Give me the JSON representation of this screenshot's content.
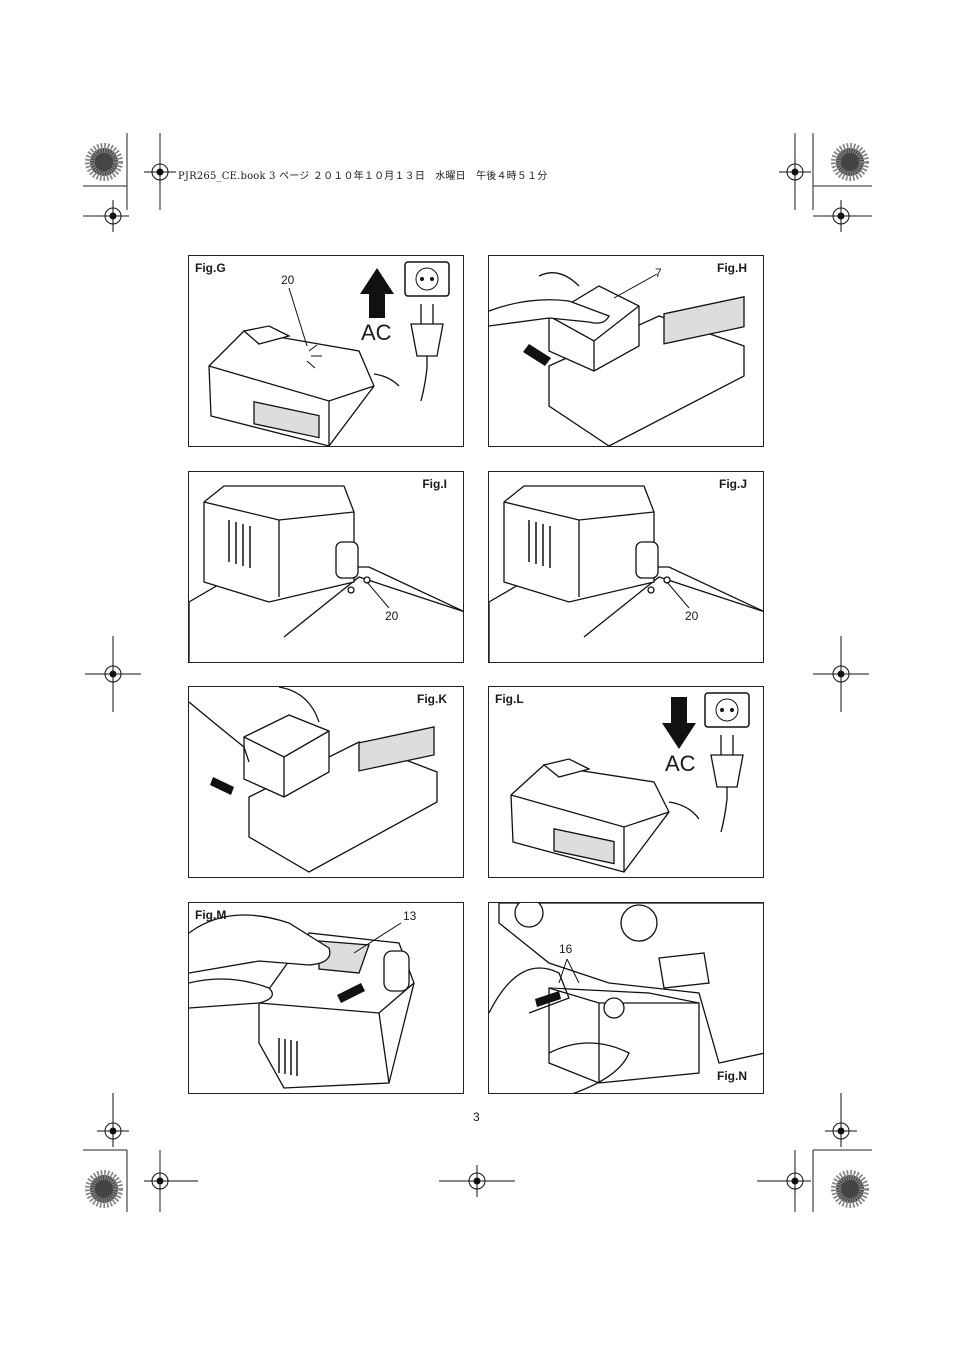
{
  "header": {
    "file_info": "PJR265_CE.book  3 ページ  ２０１０年１０月１３日　水曜日　午後４時５１分"
  },
  "figures": {
    "g": {
      "label": "Fig.G",
      "callout": "20",
      "power_text": "AC"
    },
    "h": {
      "label": "Fig.H",
      "callout": "7"
    },
    "i": {
      "label": "Fig.I",
      "callout": "20"
    },
    "j": {
      "label": "Fig.J",
      "callout": "20"
    },
    "k": {
      "label": "Fig.K"
    },
    "l": {
      "label": "Fig.L",
      "power_text": "AC"
    },
    "m": {
      "label": "Fig.M",
      "callout": "13"
    },
    "n": {
      "label": "Fig.N",
      "callout": "16"
    }
  },
  "footer": {
    "page_number": "3"
  }
}
